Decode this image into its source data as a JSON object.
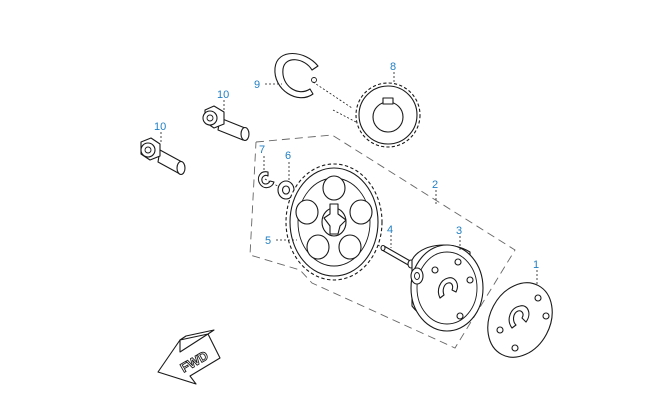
{
  "diagram": {
    "label_color": "#1f7fc4",
    "line_color": "#1a1a1a",
    "callouts": {
      "p1": "1",
      "p2": "2",
      "p3": "3",
      "p4": "4",
      "p5": "5",
      "p6": "6",
      "p7": "7",
      "p8": "8",
      "p9": "9",
      "p10a": "10",
      "p10b": "10"
    },
    "direction_marker": "FWD",
    "icons": [
      "fwd-arrow-icon"
    ]
  }
}
